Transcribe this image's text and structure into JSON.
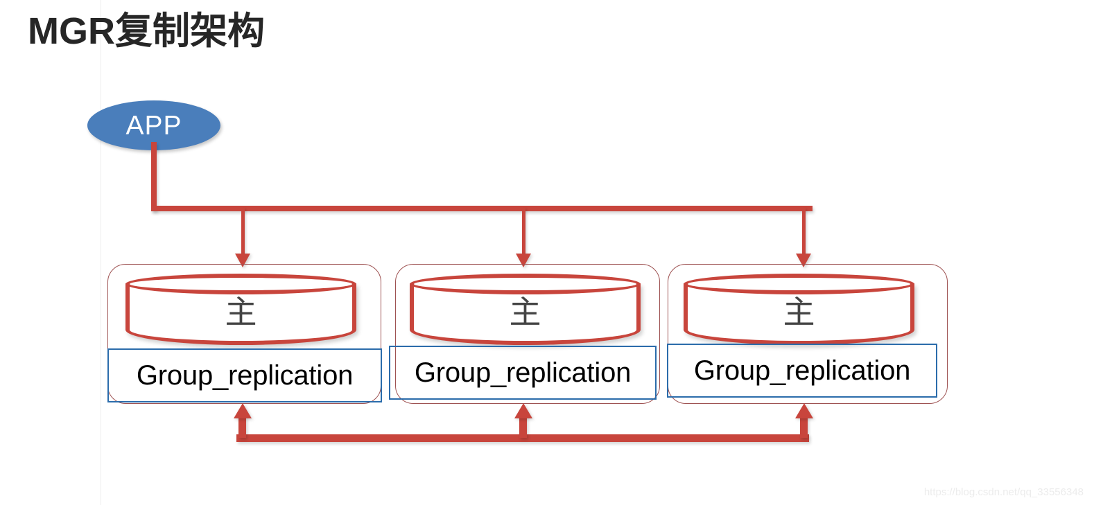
{
  "page": {
    "title": "MGR复制架构",
    "background_color": "#ffffff",
    "watermark": "https://blog.csdn.net/qq_33556348"
  },
  "colors": {
    "app_fill": "#4a7ebb",
    "app_text": "#ffffff",
    "connector_red": "#c8453c",
    "group_outline": "#9e5252",
    "replication_box_border": "#2b6cab",
    "cylinder_stroke": "#c8453c",
    "cylinder_label": "#444444",
    "title_color": "#262626"
  },
  "app_node": {
    "label": "APP",
    "shape": "ellipse"
  },
  "nodes": [
    {
      "id": "node-1",
      "cylinder_label": "主",
      "replication_label": "Group_replication"
    },
    {
      "id": "node-2",
      "cylinder_label": "主",
      "replication_label": "Group_replication"
    },
    {
      "id": "node-3",
      "cylinder_label": "主",
      "replication_label": "Group_replication"
    }
  ],
  "connectors": {
    "top_description": "APP fans out downward to all three nodes",
    "bottom_description": "Group replication ring links the three nodes back upward"
  }
}
